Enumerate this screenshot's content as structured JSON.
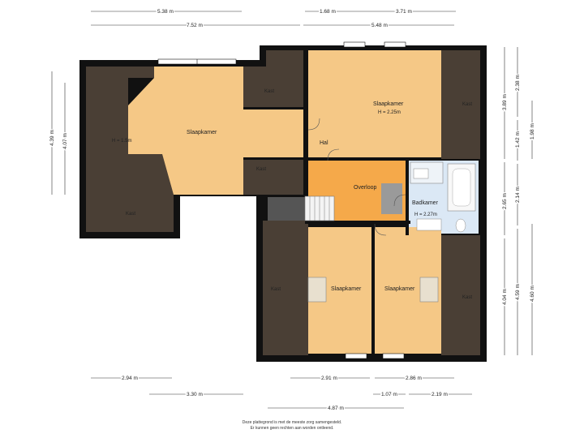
{
  "rooms": {
    "slaapkamer_left": {
      "name": "Slaapkamer"
    },
    "slaapkamer_left_height": {
      "name": "H = 1.5m"
    },
    "slaapkamer_top": {
      "name": "Slaapkamer",
      "height": "H = 2.25m"
    },
    "hal": {
      "name": "Hal"
    },
    "overloop": {
      "name": "Overloop"
    },
    "badkamer": {
      "name": "Badkamer",
      "height": "H = 2.27m"
    },
    "slaapkamer_bl": {
      "name": "Slaapkamer"
    },
    "slaapkamer_br": {
      "name": "Slaapkamer"
    },
    "kast_labels": [
      "Kast",
      "Kast",
      "Kast",
      "Kast",
      "Kast",
      "Kast"
    ]
  },
  "dimensions": {
    "top_row1": [
      "5.38 m",
      "1.68 m",
      "3.71 m"
    ],
    "top_row2": [
      "7.52 m",
      "5.48 m"
    ],
    "left": [
      "4.39 m",
      "4.07 m"
    ],
    "right_inner": [
      "3.89 m",
      "2.65 m",
      "4.04 m"
    ],
    "right_mid": [
      "2.38 m",
      "1.42 m",
      "2.14 m",
      "4.59 m"
    ],
    "right_outer": [
      "1.98 m",
      "4.60 m"
    ],
    "bottom_row1": [
      "2.94 m",
      "2.91 m",
      "2.86 m"
    ],
    "bottom_row2": [
      "3.30 m",
      "1.07 m",
      "2.19 m"
    ],
    "bottom_row3": [
      "4.87 m"
    ]
  },
  "footer": {
    "line1": "Deze plattegrond is met de meeste zorg samengesteld.",
    "line2": "Er kunnen geen rechten aan worden ontleend."
  },
  "colors": {
    "wall": "#111111",
    "room": "#f5c886",
    "attic": "#4a3f35",
    "landing": "#f5a94a",
    "bathroom": "#dbe8f5",
    "stairs": "#8a8a8a"
  }
}
